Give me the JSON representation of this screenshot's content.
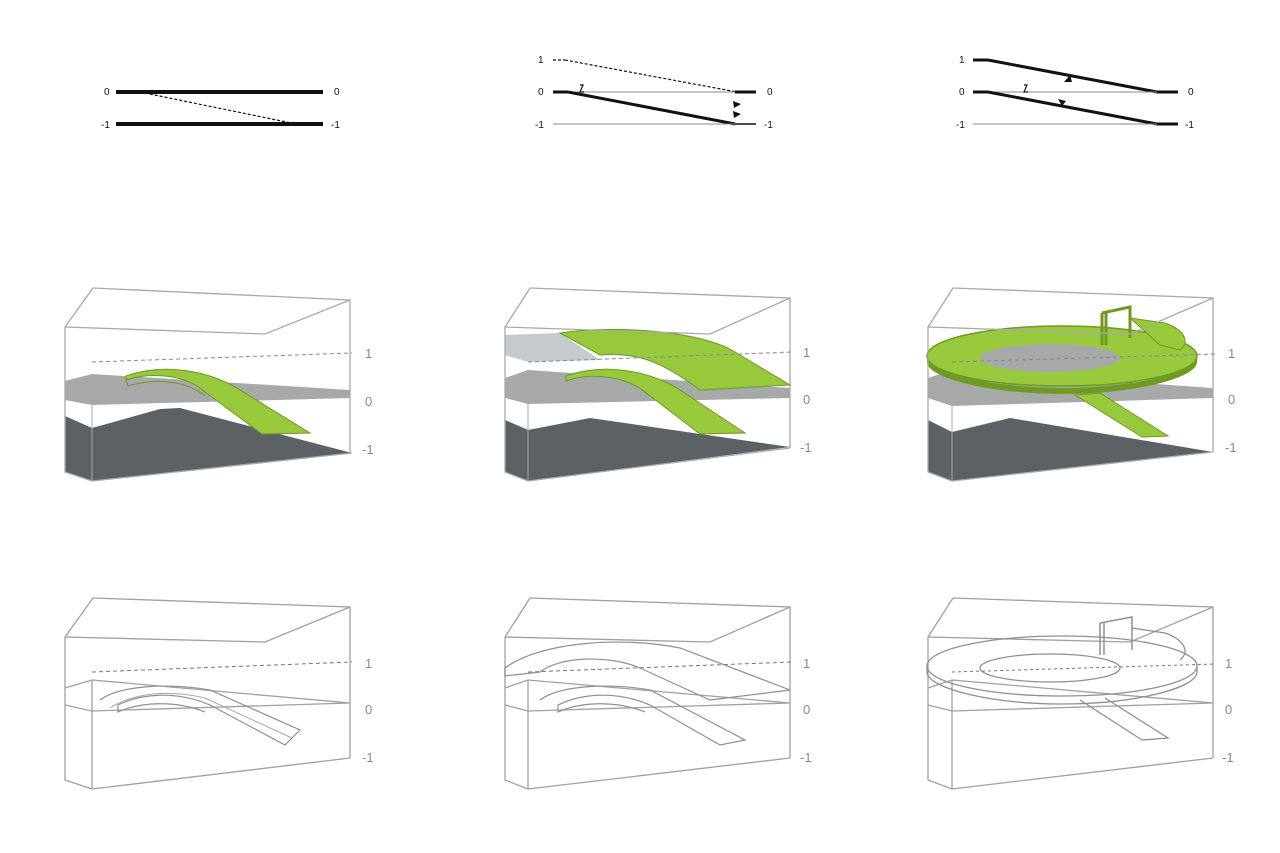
{
  "colors": {
    "green": "#98c93c",
    "green_edge": "#6e9a22",
    "frame": "#a9a9a9",
    "dark_plane": "#5b6165",
    "mid_plane": "#a7a8a8",
    "light_plane": "#c5cacd",
    "line": "#111111"
  },
  "sections": [
    {
      "left": [
        "0",
        "-1"
      ],
      "right": [
        "0",
        "-1"
      ]
    },
    {
      "left": [
        "1",
        "0",
        "-1"
      ],
      "right": [
        "0",
        "-1"
      ]
    },
    {
      "left": [
        "1",
        "0",
        "-1"
      ],
      "right": [
        "0",
        "-1"
      ]
    }
  ],
  "box_levels": [
    "1",
    "0",
    "-1"
  ]
}
